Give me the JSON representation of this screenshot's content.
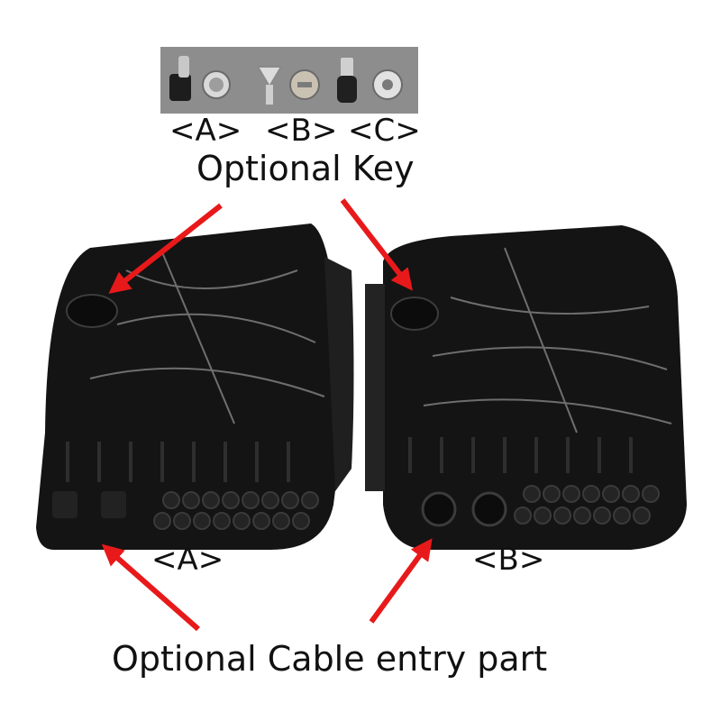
{
  "key_labels": [
    "<A>",
    "<B>",
    "<C>"
  ],
  "optional_key": "Optional Key",
  "box_labels": [
    "<A>",
    "<B>"
  ],
  "optional_cable": "Optional Cable entry part",
  "colors": {
    "arrow": "#e8191a",
    "box": "#141414",
    "strip": "#8d8d8d",
    "text": "#111111"
  }
}
